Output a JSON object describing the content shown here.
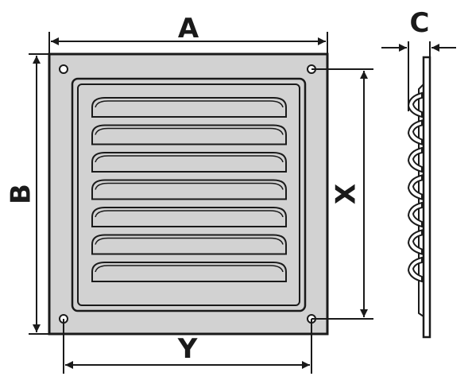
{
  "labels": {
    "a": "A",
    "b": "B",
    "c": "C",
    "x": "X",
    "y": "Y"
  },
  "louver_count": 7,
  "colors": {
    "plate": "#d2d2d2",
    "line": "#1a1a1a",
    "background": "#ffffff"
  }
}
